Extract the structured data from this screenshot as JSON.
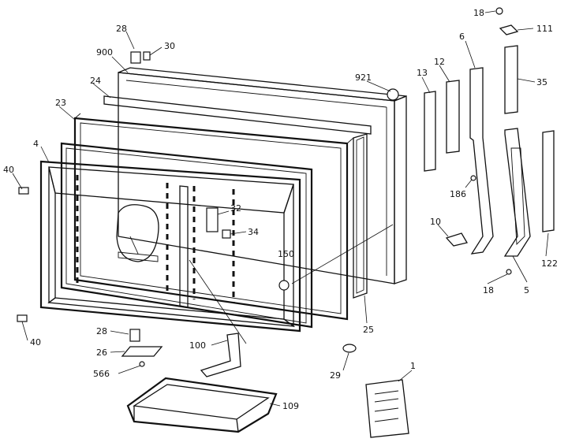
{
  "diagram": {
    "callouts": {
      "c28_top": "28",
      "c30": "30",
      "c900": "900",
      "c24": "24",
      "c23": "23",
      "c4": "4",
      "c40_top": "40",
      "c40_bottom": "40",
      "c921": "921",
      "c13": "13",
      "c12": "12",
      "c6": "6",
      "c18_top": "18",
      "c111": "111",
      "c35": "35",
      "c32": "32",
      "c34": "34",
      "c150": "150",
      "c186": "186",
      "c10": "10",
      "c18_bottom": "18",
      "c5": "5",
      "c122": "122",
      "c25": "25",
      "c28_bottom": "28",
      "c26": "26",
      "c566": "566",
      "c100": "100",
      "c29": "29",
      "c109": "109",
      "c1": "1"
    }
  }
}
